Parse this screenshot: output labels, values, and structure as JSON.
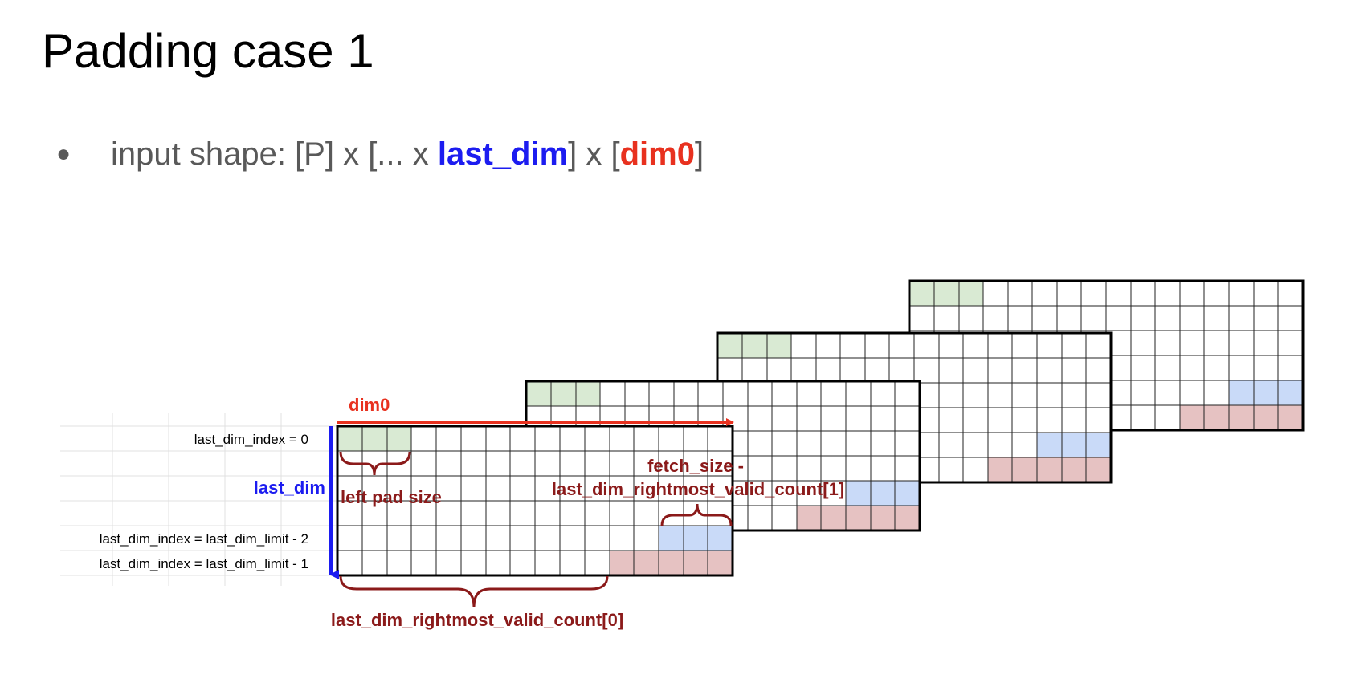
{
  "title": "Padding case 1",
  "bullet": {
    "prefix": "input shape: [P] x [... x ",
    "last_dim": "last_dim",
    "middle": "] x [",
    "dim0": "dim0",
    "suffix": "]"
  },
  "diagram": {
    "axis_dim0": "dim0",
    "axis_last_dim": "last_dim",
    "row_label_first": "last_dim_index = 0",
    "row_label_second_last": "last_dim_index = last_dim_limit - 2",
    "row_label_last": "last_dim_index = last_dim_limit - 1",
    "left_pad_label": "left pad size",
    "fetch_label_line1": "fetch_size -",
    "fetch_label_line2": "last_dim_rightmost_valid_count[1]",
    "bottom_label": "last_dim_rightmost_valid_count[0]",
    "colors": {
      "pad_green": "#d9ead3",
      "blue_cells": "#c9daf8",
      "pink_cells": "#e6c2c2",
      "annotation": "#8b1a1a",
      "dim0_arrow": "#e8311f",
      "last_dim_arrow": "#1c1cf0"
    }
  }
}
